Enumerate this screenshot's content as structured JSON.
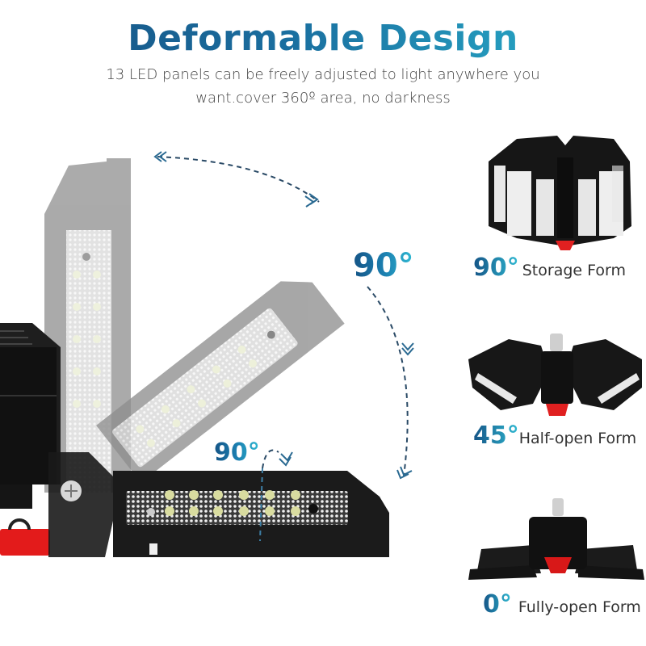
{
  "header": {
    "title": "Deformable Design",
    "subtitle_line1": "13 LED panels can be freely adjusted to light anywhere you",
    "subtitle_line2": "want.cover 360º area, no darkness"
  },
  "main_illustration": {
    "angle_labels": [
      {
        "value": "90°",
        "position": "upper-arc"
      },
      {
        "value": "90°",
        "position": "lower-arc"
      }
    ]
  },
  "forms": [
    {
      "angle": "90°",
      "label": "Storage Form"
    },
    {
      "angle": "45°",
      "label": "Half-open Form"
    },
    {
      "angle": "0°",
      "label": "Fully-open Form"
    }
  ],
  "colors": {
    "title_gradient_start": "#174f80",
    "title_gradient_end": "#2bb6cf",
    "product_black": "#1a1a1a",
    "accent_red": "#e02020",
    "arrow_dash": "#2a4a66"
  }
}
